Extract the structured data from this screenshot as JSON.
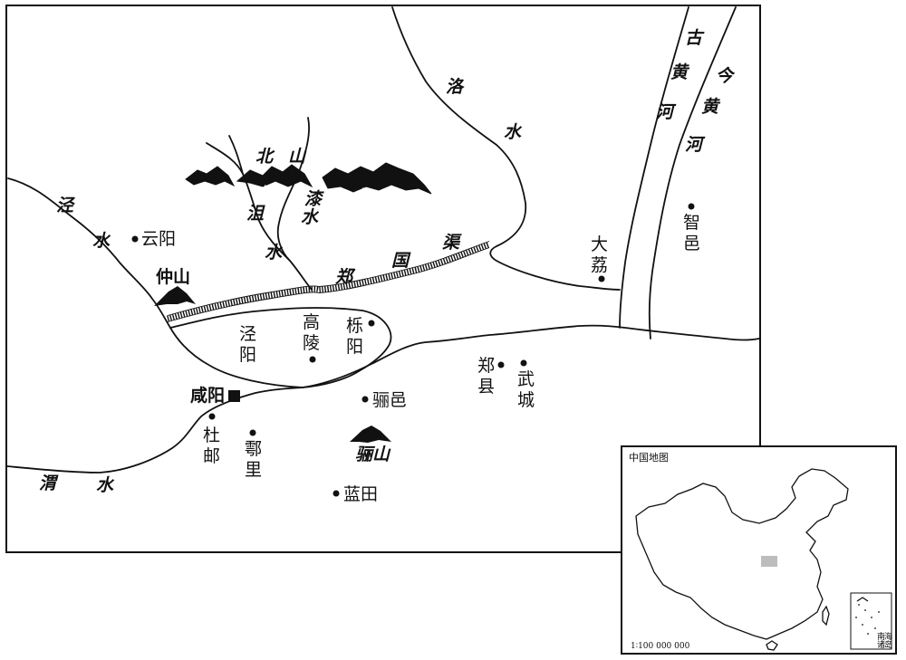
{
  "rivers": {
    "jing": [
      "泾",
      "水"
    ],
    "ju": [
      "沮",
      "水"
    ],
    "qi": [
      "漆",
      "水"
    ],
    "luo": [
      "洛",
      "水"
    ],
    "wei": [
      "渭",
      "水"
    ],
    "ancient_yellow": [
      "古",
      "黄",
      "河"
    ],
    "modern_yellow": [
      "今",
      "黄",
      "河"
    ]
  },
  "canal": [
    "郑",
    "国",
    "渠"
  ],
  "mountains": {
    "beishan": [
      "北",
      "山"
    ],
    "zhongshan": "仲山",
    "lishan": "骊山"
  },
  "places": {
    "yunyang": "云阳",
    "jingyang": [
      "泾",
      "阳"
    ],
    "gaoling": [
      "高",
      "陵"
    ],
    "yueyang": [
      "栎",
      "阳"
    ],
    "xianyang": "咸阳",
    "liyi": "骊邑",
    "duyou": [
      "杜",
      "邮"
    ],
    "huli": [
      "鄠",
      "里"
    ],
    "lantian": "蓝田",
    "zhengxian": [
      "郑",
      "县"
    ],
    "wucheng": [
      "武",
      "城"
    ],
    "dali": [
      "大",
      "荔"
    ],
    "zhiyi": [
      "智",
      "邑"
    ]
  },
  "inset": {
    "title": "中国地图",
    "scale": "1∶100 000 000",
    "south_sea": [
      "南",
      "海",
      "诸",
      "岛"
    ]
  }
}
